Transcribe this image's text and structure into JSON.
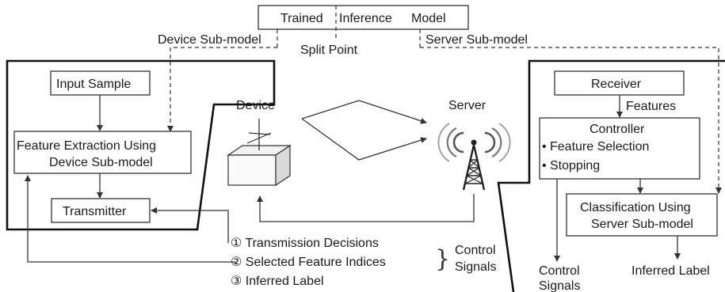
{
  "model": {
    "trained": "Trained",
    "inference": "Inference",
    "model": "Model",
    "device_submodel": "Device Sub-model",
    "server_submodel": "Server Sub-model",
    "split_point": "Split Point"
  },
  "device_side": {
    "input_sample": "Input Sample",
    "feature_extraction_line1": "Feature Extraction Using",
    "feature_extraction_line2": "Device Sub-model",
    "transmitter": "Transmitter"
  },
  "center": {
    "device_label": "Device",
    "server_label": "Server"
  },
  "server_side": {
    "receiver": "Receiver",
    "features": "Features",
    "controller_title": "Controller",
    "controller_item1": "Feature Selection",
    "controller_item2": "Stopping",
    "bullet": "•",
    "classification_line1": "Classification Using",
    "classification_line2": "Server Sub-model",
    "control_signals_line1": "Control",
    "control_signals_line2": "Signals",
    "inferred_label": "Inferred Label"
  },
  "signals": {
    "item1": "① Transmission Decisions",
    "item2": "② Selected Feature Indices",
    "item3": "③ Inferred Label",
    "brace": "}",
    "group_line1": "Control",
    "group_line2": "Signals"
  }
}
